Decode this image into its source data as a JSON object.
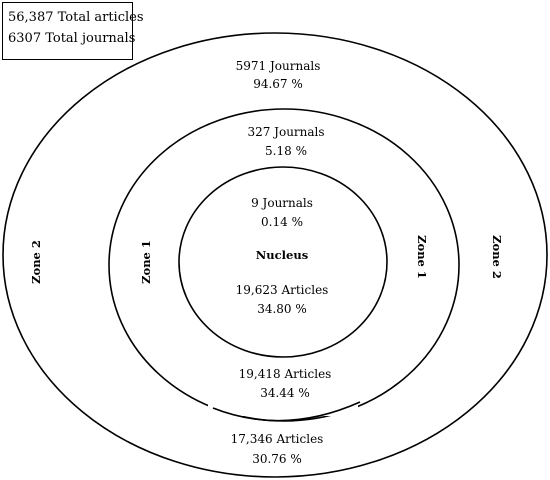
{
  "summary": {
    "total_articles": "56,387 Total articles",
    "total_journals": "6307 Total journals"
  },
  "zone2": {
    "journals": "5971 Journals",
    "journals_pct": "94.67 %",
    "articles": "17,346 Articles",
    "articles_pct": "30.76 %",
    "label_left": "Zone 2",
    "label_right": "Zone 2"
  },
  "zone1": {
    "journals": "327 Journals",
    "journals_pct": "5.18 %",
    "articles": "19,418 Articles",
    "articles_pct": "34.44 %",
    "label_left": "Zone 1",
    "label_right": "Zone 1"
  },
  "nucleus": {
    "journals": "9 Journals",
    "journals_pct": "0.14 %",
    "label": "Nucleus",
    "articles": "19,623 Articles",
    "articles_pct": "34.80 %"
  },
  "colors": {
    "line": "#000000",
    "background": "#ffffff"
  }
}
